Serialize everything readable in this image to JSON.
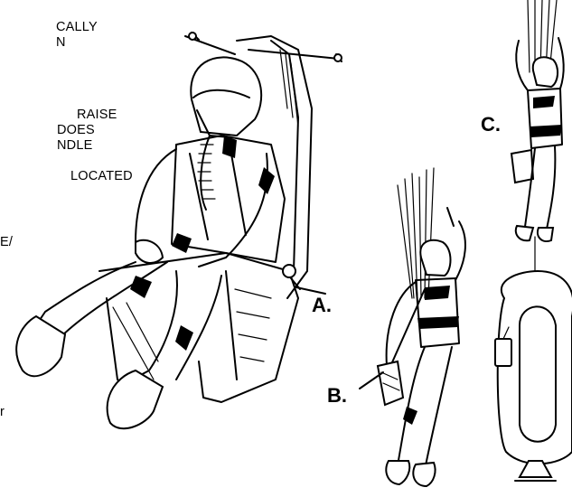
{
  "text_fragments": [
    "CALLY",
    "N",
    "RAISE",
    "DOES",
    "NDLE",
    "LOCATED",
    "E/",
    "r"
  ],
  "callouts": {
    "a": "A.",
    "b": "B.",
    "c": "C."
  }
}
